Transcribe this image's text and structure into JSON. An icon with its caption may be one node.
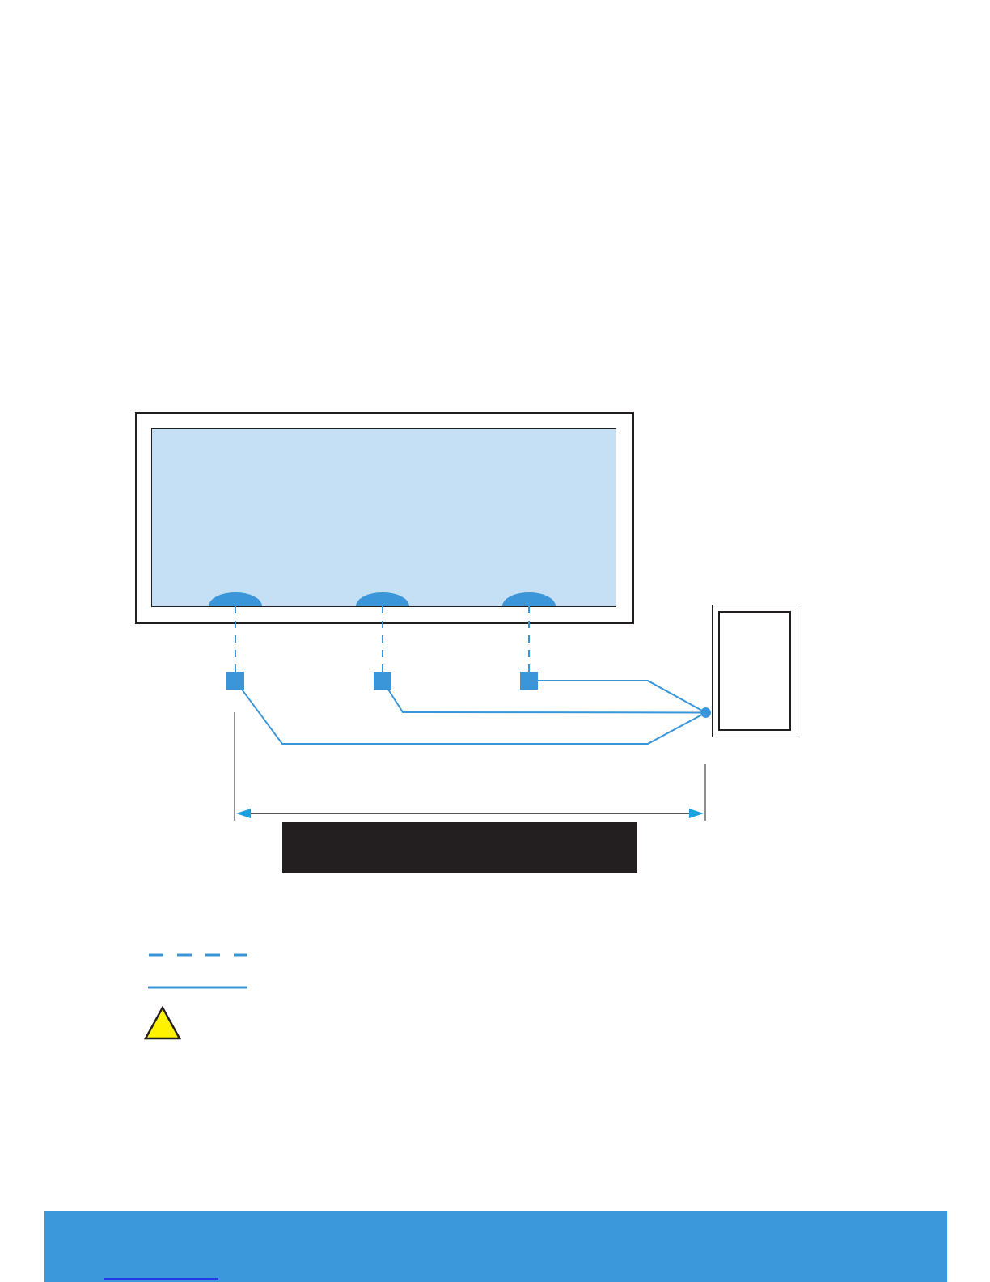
{
  "diagram": {
    "nodes": [
      {
        "text": [],
        "shape": "box"
      },
      {
        "text": [],
        "shape": "box",
        "in": 0
      },
      {
        "text": [],
        "shape": "dome",
        "in": 1
      },
      {
        "text": [],
        "shape": "dome",
        "in": 1
      },
      {
        "text": [],
        "shape": "dome",
        "in": 1
      },
      {
        "text": [],
        "shape": "box"
      },
      {
        "text": [],
        "shape": "box"
      },
      {
        "text": [],
        "shape": "box"
      },
      {
        "text": [],
        "shape": "circle"
      },
      {
        "text": [],
        "shape": "box"
      },
      {
        "text": [],
        "shape": "box",
        "in": 9
      }
    ],
    "edges": [
      {
        "from": 2,
        "to": 5,
        "arrow": "none",
        "style": "dashed"
      },
      {
        "from": 3,
        "to": 6,
        "arrow": "none",
        "style": "dashed"
      },
      {
        "from": 4,
        "to": 7,
        "arrow": "none",
        "style": "dashed"
      },
      {
        "from": 5,
        "to": 8,
        "arrow": "none"
      },
      {
        "from": 6,
        "to": 8,
        "arrow": "none"
      },
      {
        "from": 7,
        "to": 8,
        "arrow": "none"
      }
    ]
  }
}
